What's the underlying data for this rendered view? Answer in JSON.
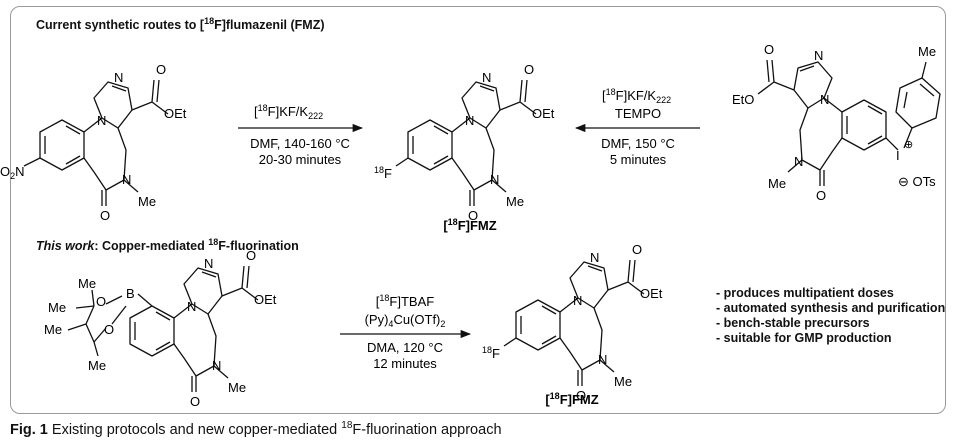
{
  "section1": {
    "title_prefix": "Current synthetic routes to [",
    "title_sup": "18",
    "title_suffix": "F]flumazenil (FMZ)"
  },
  "section2": {
    "title_italic": "This work",
    "title_rest_a": ": Copper-mediated ",
    "title_sup": "18",
    "title_rest_b": "F-fluorination"
  },
  "reaction1": {
    "reagent_a": "[",
    "reagent_sup": "18",
    "reagent_b": "F]KF/K",
    "reagent_sub": "222",
    "cond1": "DMF, 140-160 °C",
    "cond2": "20-30 minutes"
  },
  "reaction2": {
    "reagent_a": "[",
    "reagent_sup": "18",
    "reagent_b": "F]KF/K",
    "reagent_sub": "222",
    "reagent2": "TEMPO",
    "cond1": "DMF, 150 °C",
    "cond2": "5 minutes"
  },
  "reaction3": {
    "reagent_a": "[",
    "reagent_sup": "18",
    "reagent_b": "F]TBAF",
    "cat_a": "(Py)",
    "cat_sub": "4",
    "cat_b": "Cu(OTf)",
    "cat_sub2": "2",
    "cond1": "DMA, 120 °C",
    "cond2": "12 minutes"
  },
  "product_label": {
    "a": "[",
    "sup": "18",
    "b": "F]FMZ"
  },
  "atoms": {
    "N": "N",
    "O": "O",
    "OEt": "OEt",
    "EtO": "EtO",
    "Me": "Me",
    "F18_sup": "18",
    "F": "F",
    "O2N_a": "O",
    "O2N_sub": "2",
    "O2N_b": "N",
    "B": "B",
    "I": "I",
    "plus": "⊕",
    "OTs": "⊖ OTs"
  },
  "bullets": [
    "- produces multipatient doses",
    "- automated synthesis and purification",
    "- bench-stable precursors",
    "- suitable for GMP production"
  ],
  "caption": {
    "label": "Fig. 1",
    "text_a": "  Existing protocols and new copper-mediated ",
    "sup": "18",
    "text_b": "F-fluorination approach"
  }
}
